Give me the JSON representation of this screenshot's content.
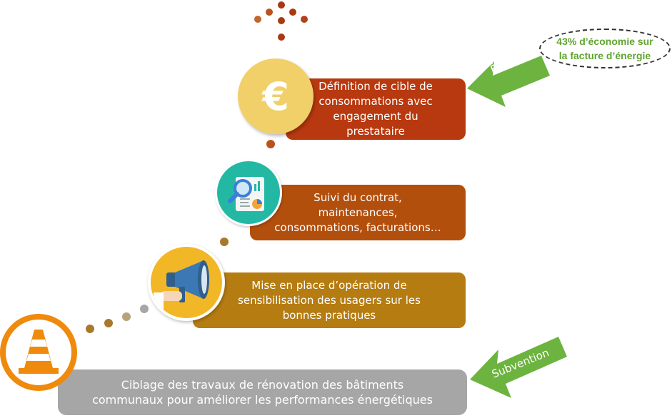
{
  "steps": [
    {
      "id": "definition-cible",
      "lines": [
        "Définition de cible de",
        "consommations avec",
        "engagement du",
        "prestataire"
      ],
      "color": "#b8390f",
      "icon": "euro-icon"
    },
    {
      "id": "suivi-contrat",
      "lines": [
        "Suivi  du contrat,",
        "maintenances,",
        "consommations, facturations…"
      ],
      "color": "#b24f0d",
      "icon": "report-magnifier-icon"
    },
    {
      "id": "sensibilisation",
      "lines": [
        "Mise en place d’opération de",
        "sensibilisation des usagers sur les",
        "bonnes pratiques"
      ],
      "color": "#b57c12",
      "icon": "megaphone-icon"
    },
    {
      "id": "ciblage-travaux",
      "lines": [
        "Ciblage des travaux de rénovation des bâtiments",
        "communaux pour améliorer les performances énergétiques"
      ],
      "color": "#a6a6a6",
      "icon": "traffic-cone-icon"
    }
  ],
  "icons": {
    "euro_symbol": "€"
  },
  "arrows": {
    "economie_label": "Économie",
    "subvention_label": "Subvention",
    "arrow_color": "#6db33f"
  },
  "bubble": {
    "lines": [
      "43% d’économie sur",
      "la facture d’énergie"
    ],
    "text_color": "#5fa52e"
  },
  "colors": {
    "dot_dark_red": "#a83a12",
    "dot_brown": "#a8792c",
    "dot_grey": "#a6a6a6",
    "euro_circle": "#f1d06a",
    "teal_circle": "#23b8a3",
    "yellow_circle": "#f2b727",
    "cone_orange": "#f08a0c"
  }
}
